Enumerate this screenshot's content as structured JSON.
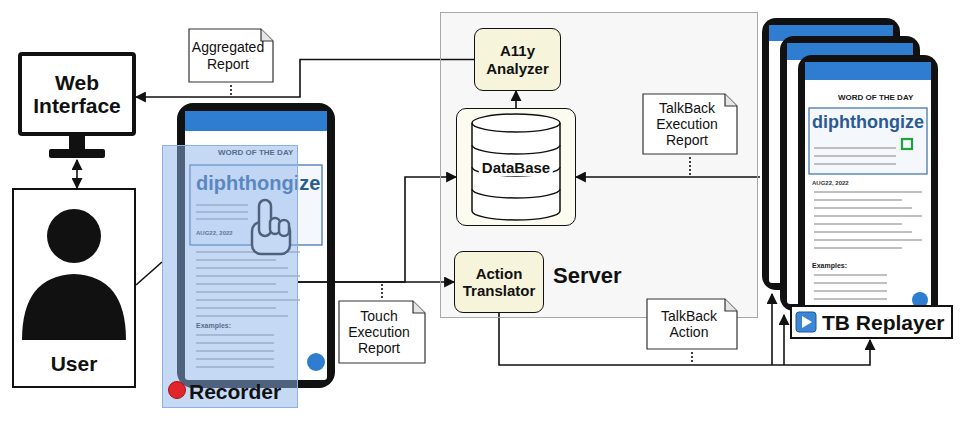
{
  "diagram": {
    "nodes": [
      {
        "text": [
          "Web Interface"
        ]
      },
      {
        "text": [
          "Aggregated Report"
        ]
      },
      {
        "text": [
          "Server"
        ]
      },
      {
        "text": [
          "A11y Analyzer"
        ],
        "in": 2
      },
      {
        "text": [
          "DataBase"
        ],
        "in": 2
      },
      {
        "text": [
          "Action Translator"
        ],
        "in": 2
      },
      {
        "text": [
          "User"
        ]
      },
      {
        "text": [
          "Recorder"
        ]
      },
      {
        "text": [
          "TalkBack Execution Report"
        ]
      },
      {
        "text": [
          "Touch Execution Report"
        ]
      },
      {
        "text": [
          "TalkBack Action"
        ]
      },
      {
        "text": [
          "TB Replayer"
        ]
      }
    ],
    "edges": [
      {
        "from": 3,
        "to": 0,
        "arrow": "to"
      },
      {
        "from": 4,
        "to": 3,
        "arrow": "to"
      },
      {
        "from": 0,
        "to": 6,
        "arrow": "both"
      },
      {
        "from": 6,
        "to": 7,
        "arrow": "none"
      },
      {
        "from": 7,
        "to": 4,
        "arrow": "to"
      },
      {
        "from": 7,
        "to": 5,
        "arrow": "to"
      },
      {
        "from": 5,
        "to": 11,
        "arrow": "to"
      },
      {
        "from": 11,
        "to": 4,
        "arrow": "to"
      }
    ],
    "labels": [
      "WORD OF THE DAY",
      "diphthongize",
      "AUG22, 2022",
      "Examples:",
      "WORD OF THE DAY",
      "diphthongize",
      "AUG22, 2022",
      "Examples:"
    ]
  }
}
